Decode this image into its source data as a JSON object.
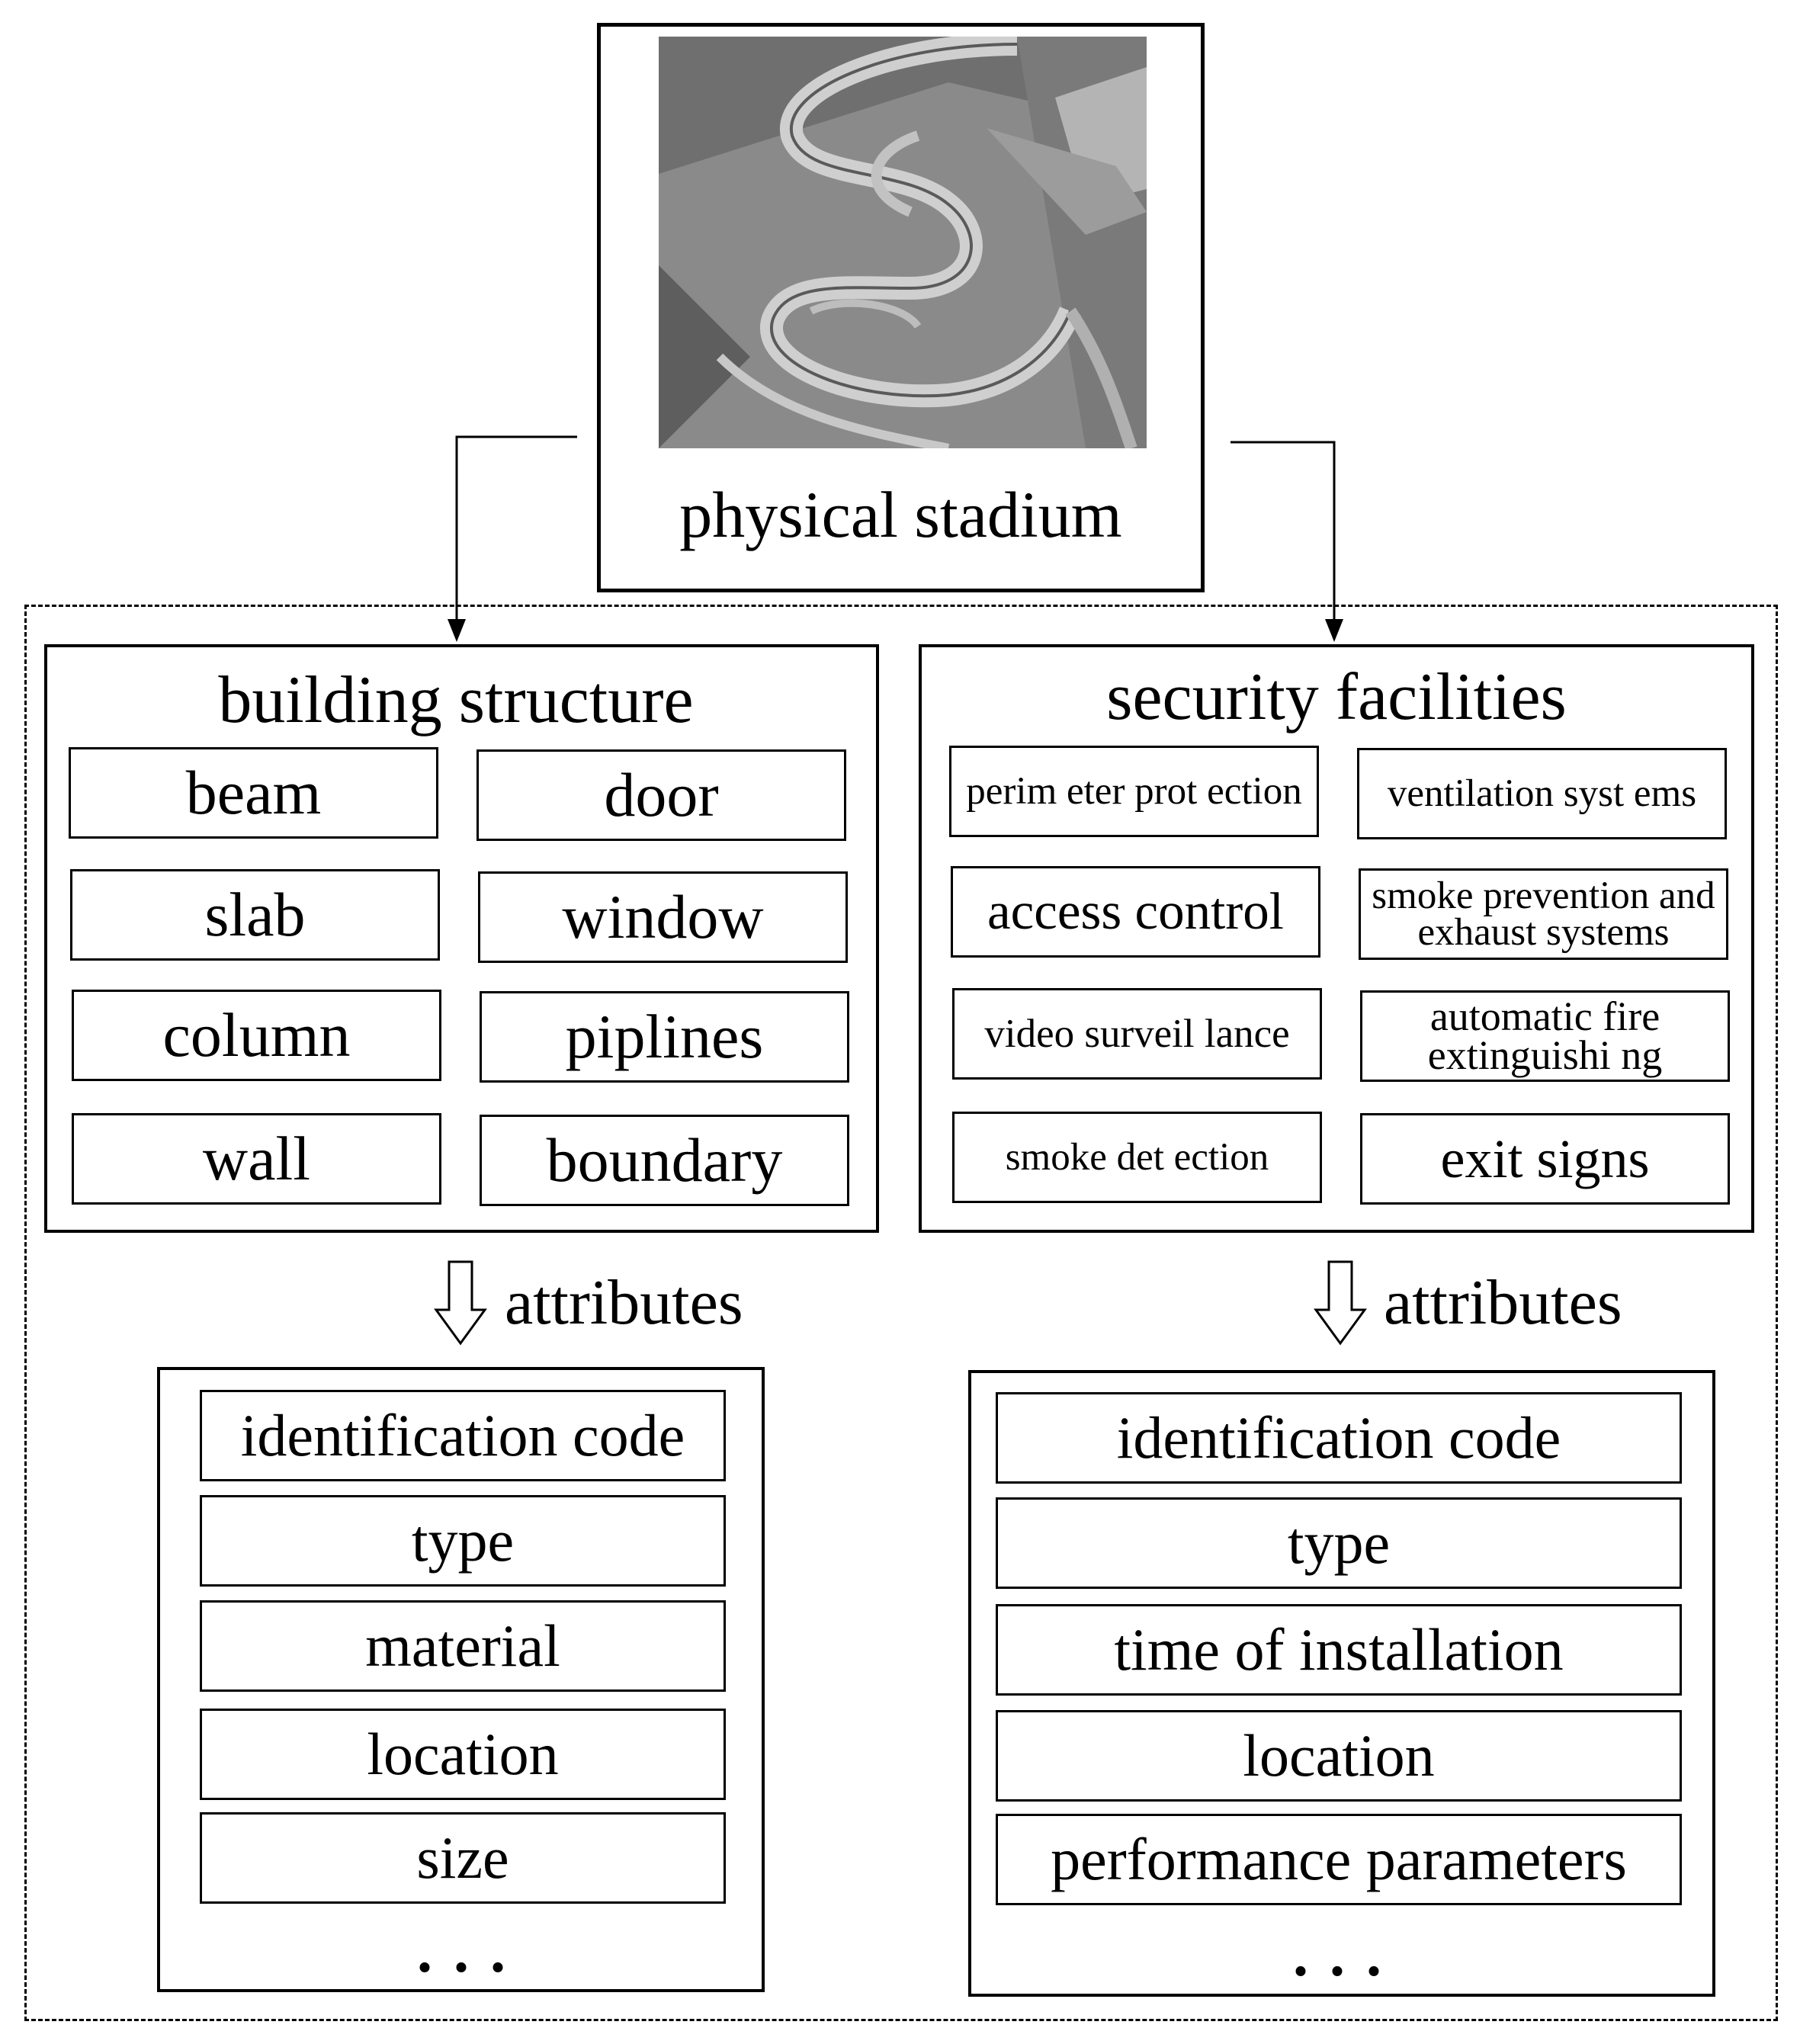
{
  "top": {
    "label": "physical stadium"
  },
  "building": {
    "title": "building structure",
    "items": [
      "beam",
      "door",
      "slab",
      "window",
      "column",
      "piplines",
      "wall",
      "boundary"
    ],
    "attr_label": "attributes",
    "attributes": [
      "identification code",
      "type",
      "material",
      "location",
      "size"
    ],
    "more": ". . ."
  },
  "security": {
    "title": "security facilities",
    "items": [
      "perim eter prot ection",
      "ventilation syst ems",
      "access control",
      "smoke prevention and exhaust systems",
      "video surveil lance",
      "automatic fire extinguishi ng",
      "smoke det ection",
      "exit signs"
    ],
    "attr_label": "attributes",
    "attributes": [
      "identification code",
      "type",
      "time of installation",
      "location",
      "performance parameters"
    ],
    "more": ". . ."
  }
}
